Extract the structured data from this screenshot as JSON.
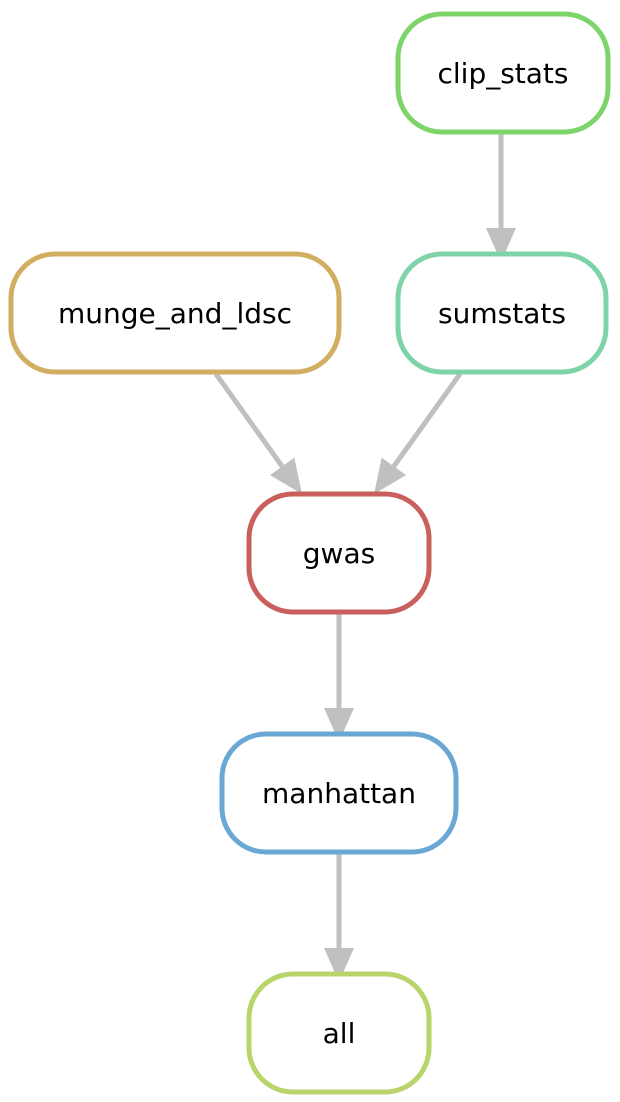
{
  "diagram": {
    "edge_color": "#c0c0c0",
    "nodes": [
      {
        "id": "clip_stats",
        "label": "clip_stats",
        "color": "#7dd46a"
      },
      {
        "id": "munge_and_ldsc",
        "label": "munge_and_ldsc",
        "color": "#d2ae62"
      },
      {
        "id": "sumstats",
        "label": "sumstats",
        "color": "#7dd4a8"
      },
      {
        "id": "gwas",
        "label": "gwas",
        "color": "#c9605e"
      },
      {
        "id": "manhattan",
        "label": "manhattan",
        "color": "#6aa8d4"
      },
      {
        "id": "all",
        "label": "all",
        "color": "#b8d46a"
      }
    ],
    "edges": [
      {
        "from": "clip_stats",
        "to": "sumstats"
      },
      {
        "from": "munge_and_ldsc",
        "to": "gwas"
      },
      {
        "from": "sumstats",
        "to": "gwas"
      },
      {
        "from": "gwas",
        "to": "manhattan"
      },
      {
        "from": "manhattan",
        "to": "all"
      }
    ]
  }
}
